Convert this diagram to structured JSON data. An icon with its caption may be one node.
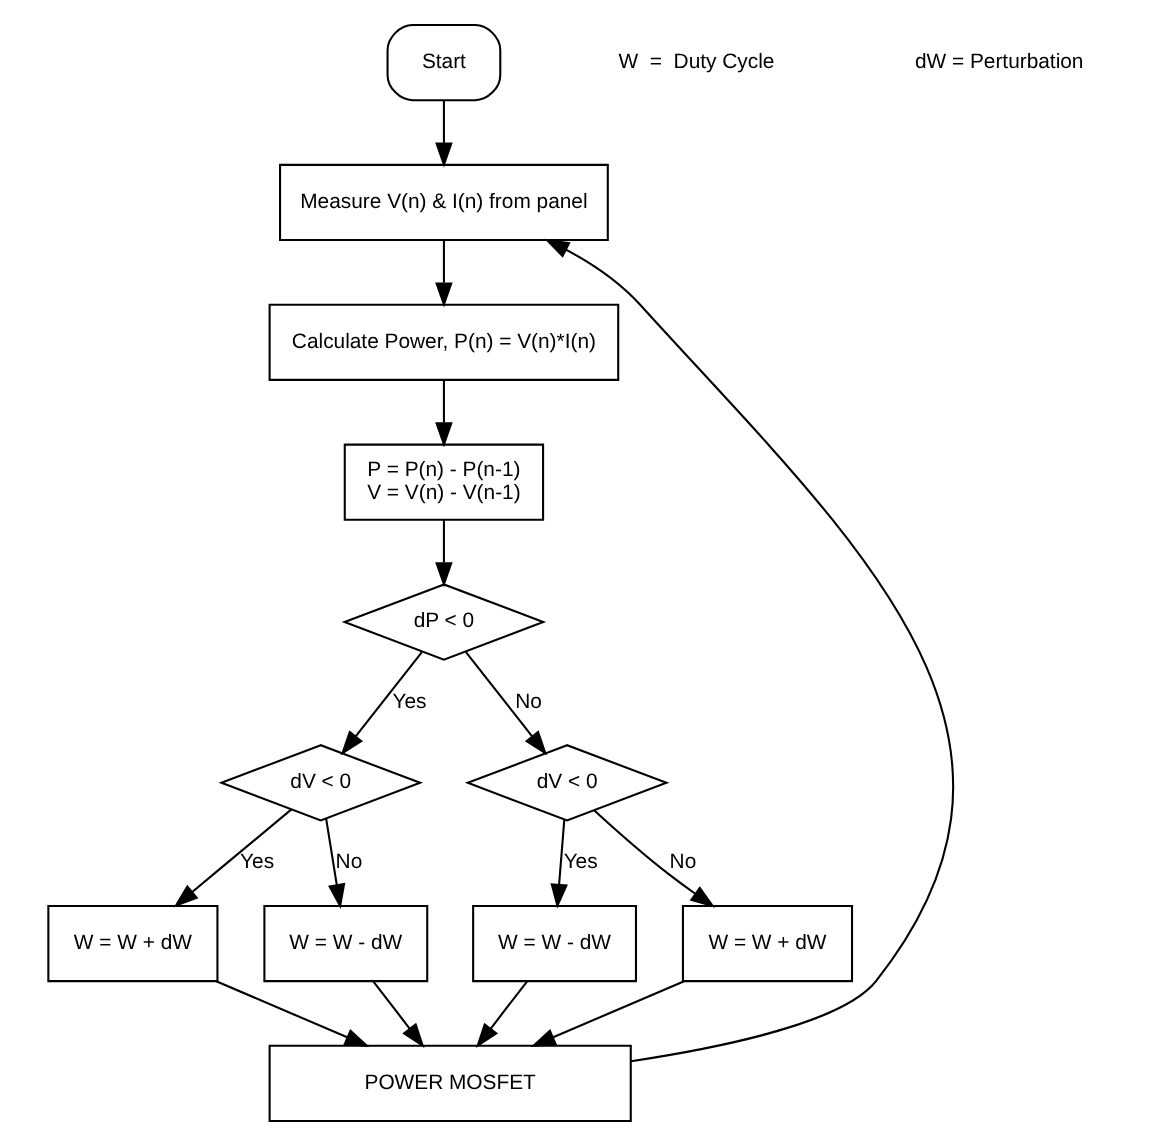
{
  "diagram": {
    "nodes": [
      {
        "text": [
          "Start"
        ]
      },
      {
        "text": [
          "Measure V(n) & I(n) from panel"
        ]
      },
      {
        "text": [
          "Calculate Power, P(n) = V(n)*I(n)"
        ]
      },
      {
        "text": [
          "P = P(n) - P(n-1)",
          "V = V(n) - V(n-1)"
        ]
      },
      {
        "text": [
          "dP < 0"
        ]
      },
      {
        "text": [
          "dV < 0"
        ]
      },
      {
        "text": [
          "dV < 0"
        ]
      },
      {
        "text": [
          "W = W + dW"
        ]
      },
      {
        "text": [
          "W = W - dW"
        ]
      },
      {
        "text": [
          "W = W - dW"
        ]
      },
      {
        "text": [
          "W = W + dW"
        ]
      },
      {
        "text": [
          "POWER MOSFET"
        ]
      }
    ],
    "edges": [
      {
        "from": 0,
        "to": 1,
        "arrow": "to"
      },
      {
        "from": 1,
        "to": 2,
        "arrow": "to"
      },
      {
        "from": 2,
        "to": 3,
        "arrow": "to"
      },
      {
        "from": 3,
        "to": 4,
        "arrow": "to"
      },
      {
        "from": 4,
        "to": 5,
        "arrow": "to",
        "label": "Yes"
      },
      {
        "from": 4,
        "to": 6,
        "arrow": "to",
        "label": "No"
      },
      {
        "from": 5,
        "to": 7,
        "arrow": "to",
        "label": "Yes"
      },
      {
        "from": 5,
        "to": 8,
        "arrow": "to",
        "label": "No"
      },
      {
        "from": 6,
        "to": 9,
        "arrow": "to",
        "label": "Yes"
      },
      {
        "from": 6,
        "to": 10,
        "arrow": "to",
        "label": "No"
      },
      {
        "from": 7,
        "to": 11,
        "arrow": "to"
      },
      {
        "from": 8,
        "to": 11,
        "arrow": "to"
      },
      {
        "from": 9,
        "to": 11,
        "arrow": "to"
      },
      {
        "from": 10,
        "to": 11,
        "arrow": "to"
      },
      {
        "from": 11,
        "to": 1,
        "arrow": "to"
      }
    ],
    "labels": [
      "W  =  Duty Cycle",
      "dW = Perturbation"
    ]
  }
}
